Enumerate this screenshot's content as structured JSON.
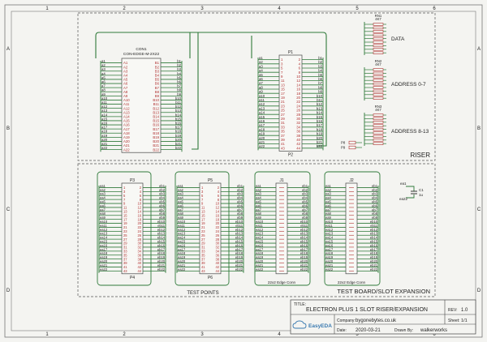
{
  "border": {
    "col_marks": [
      "1",
      "2",
      "3",
      "4",
      "5",
      "6"
    ],
    "row_marks": [
      "A",
      "B",
      "C",
      "D"
    ]
  },
  "riser": {
    "label": "RISER",
    "con1": {
      "ref": "CON1",
      "value": "CON-EDGE-M-2X22",
      "left_nets": [
        "a1",
        "a2",
        "a3",
        "a4",
        "a5",
        "a6",
        "a7",
        "a8",
        "a9",
        "a10",
        "a11",
        "a12",
        "a13",
        "a14",
        "a15",
        "a16",
        "a17",
        "a18",
        "a19",
        "a20",
        "a21",
        "a22"
      ],
      "right_nets": [
        "b1",
        "b2",
        "b3",
        "b4",
        "b5",
        "b6",
        "b7",
        "b8",
        "b9",
        "b10",
        "b11",
        "b12",
        "b13",
        "b14",
        "b15",
        "b16",
        "b17",
        "b18",
        "b19",
        "b20",
        "b21",
        "b22"
      ],
      "left_pins": [
        "A1",
        "A2",
        "A3",
        "A4",
        "A5",
        "A6",
        "A7",
        "A8",
        "A9",
        "A10",
        "A11",
        "A12",
        "A13",
        "A14",
        "A15",
        "A16",
        "A17",
        "A18",
        "A19",
        "A20",
        "A21",
        "A22"
      ],
      "right_pins": [
        "B1",
        "B2",
        "B3",
        "B4",
        "B5",
        "B6",
        "B7",
        "B8",
        "B9",
        "B10",
        "B11",
        "B12",
        "B13",
        "B14",
        "B15",
        "B16",
        "B17",
        "B18",
        "B19",
        "B20",
        "B21",
        "B22"
      ]
    },
    "p1": {
      "ref": "P1",
      "ref2": "P2",
      "left_nets": [
        "a1",
        "a2",
        "a3",
        "a4",
        "a5",
        "a6",
        "a7",
        "a8",
        "a9",
        "a10",
        "a11",
        "a12",
        "a13",
        "a14",
        "a15",
        "a16",
        "a17",
        "a18",
        "a19",
        "a20",
        "a21",
        "a22"
      ],
      "right_nets": [
        "b1",
        "b2",
        "b3",
        "b4",
        "b5",
        "b6",
        "b7",
        "b8",
        "b9",
        "b10",
        "b11",
        "b12",
        "b13",
        "b14",
        "b15",
        "b16",
        "b17",
        "b18",
        "b19",
        "b20",
        "b21",
        "b22"
      ],
      "odd_pins": [
        "1",
        "3",
        "5",
        "7",
        "9",
        "11",
        "13",
        "15",
        "17",
        "19",
        "21",
        "23",
        "25",
        "27",
        "29",
        "31",
        "33",
        "35",
        "37",
        "39",
        "41",
        "43"
      ],
      "even_pins": [
        "2",
        "4",
        "6",
        "8",
        "10",
        "12",
        "14",
        "16",
        "18",
        "20",
        "22",
        "24",
        "26",
        "28",
        "30",
        "32",
        "34",
        "36",
        "38",
        "40",
        "42",
        "44"
      ]
    },
    "rn_blocks": [
      {
        "ref": "RN1",
        "value": "4K7",
        "label": "DATA"
      },
      {
        "ref": "RN2",
        "value": "4K7",
        "label": "ADDRESS 0-7"
      },
      {
        "ref": "RN3",
        "value": "4K7",
        "label": "ADDRESS 8-13"
      }
    ],
    "small_parts": [
      "P8",
      "P9"
    ]
  },
  "expansion": {
    "label": "TEST BOARD/SLOT EXPANSION",
    "test_points_label": "TEST POINTS",
    "connectors": [
      {
        "ref": "P3",
        "ref2": "P4",
        "left_nets": [
          "ea1",
          "ea2",
          "ea3",
          "ea4",
          "ea5",
          "ea6",
          "ea7",
          "ea8",
          "ea9",
          "ea10",
          "ea11",
          "ea12",
          "ea13",
          "ea14",
          "ea15",
          "ea16",
          "ea17",
          "ea18",
          "ea19",
          "ea20",
          "ea21",
          "ea22"
        ],
        "right_nets": [
          "eb1",
          "eb2",
          "eb3",
          "eb4",
          "eb5",
          "eb6",
          "eb7",
          "eb8",
          "eb9",
          "eb10",
          "eb11",
          "eb12",
          "eb13",
          "eb14",
          "eb15",
          "eb16",
          "eb17",
          "eb18",
          "eb19",
          "eb20",
          "eb21",
          "eb22"
        ]
      },
      {
        "ref": "P5",
        "ref2": "P6",
        "left_nets": [
          "ea1",
          "ea2",
          "ea3",
          "ea4",
          "ea5",
          "ea6",
          "ea7",
          "ea8",
          "ea9",
          "ea10",
          "ea11",
          "ea12",
          "ea13",
          "ea14",
          "ea15",
          "ea16",
          "ea17",
          "ea18",
          "ea19",
          "ea20",
          "ea21",
          "ea22"
        ],
        "right_nets": [
          "eb1",
          "eb2",
          "eb3",
          "eb4",
          "eb5",
          "eb6",
          "eb7",
          "eb8",
          "eb9",
          "eb10",
          "eb11",
          "eb12",
          "eb13",
          "eb14",
          "eb15",
          "eb16",
          "eb17",
          "eb18",
          "eb19",
          "eb20",
          "eb21",
          "eb22"
        ]
      }
    ],
    "edge_conns": [
      {
        "ref": "J1",
        "label": "22x2 Edge Conn",
        "left_nets": [
          "ea1",
          "ea2",
          "ea3",
          "ea4",
          "ea5",
          "ea6",
          "ea7",
          "ea8",
          "ea9",
          "ea10",
          "ea11",
          "ea12",
          "ea13",
          "ea14",
          "ea15",
          "ea16",
          "ea17",
          "ea18",
          "ea19",
          "ea20",
          "ea21",
          "ea22"
        ],
        "right_nets": [
          "eb1",
          "eb2",
          "eb3",
          "eb4",
          "eb5",
          "eb6",
          "eb7",
          "eb8",
          "eb9",
          "eb10",
          "eb11",
          "eb12",
          "eb13",
          "eb14",
          "eb15",
          "eb16",
          "eb17",
          "eb18",
          "eb19",
          "eb20",
          "eb21",
          "eb22"
        ]
      },
      {
        "ref": "J2",
        "label": "22x2 Edge Conn",
        "left_nets": [
          "ea1",
          "ea2",
          "ea3",
          "ea4",
          "ea5",
          "ea6",
          "ea7",
          "ea8",
          "ea9",
          "ea10",
          "ea11",
          "ea12",
          "ea13",
          "ea14",
          "ea15",
          "ea16",
          "ea17",
          "ea18",
          "ea19",
          "ea20",
          "ea21",
          "ea22"
        ],
        "right_nets": [
          "eb1",
          "eb2",
          "eb3",
          "eb4",
          "eb5",
          "eb6",
          "eb7",
          "eb8",
          "eb9",
          "eb10",
          "eb11",
          "eb12",
          "eb13",
          "eb14",
          "eb15",
          "eb16",
          "eb17",
          "eb18",
          "eb19",
          "eb20",
          "eb21",
          "eb22"
        ]
      }
    ],
    "cap": {
      "ref": "C1",
      "value": "1u",
      "net_top": "ea1",
      "net_bottom": "ea22"
    }
  },
  "title_block": {
    "title_label": "TITLE:",
    "title": "ELECTRON PLUS 1 SLOT RISER/EXPANSION",
    "rev_label": "REV:",
    "rev": "1.0",
    "company_label": "Company:",
    "company": "bygonebytes.co.uk",
    "sheet_label": "Sheet:",
    "sheet": "1/1",
    "date_label": "Date:",
    "date": "2020-03-21",
    "drawn_label": "Drawn By:",
    "drawn_by": "walkerworks",
    "logo_text": "EasyEDA"
  },
  "colors": {
    "wire": "#2f7a3a",
    "pin": "#b03030",
    "frame": "#666666"
  }
}
